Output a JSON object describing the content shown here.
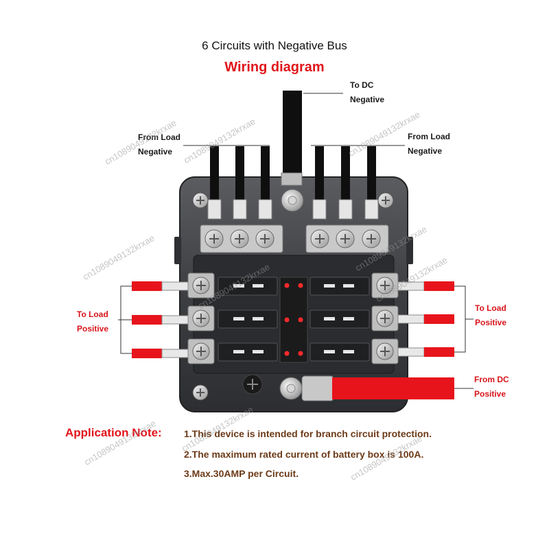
{
  "title": "6 Circuits with Negative Bus",
  "subtitle": "Wiring diagram",
  "labels": {
    "to_dc_negative": [
      "To DC",
      "Negative"
    ],
    "from_load_negative_left": [
      "From Load",
      "Negative"
    ],
    "from_load_negative_right": [
      "From Load",
      "Negative"
    ],
    "to_load_positive_left": [
      "To Load",
      "Positive"
    ],
    "to_load_positive_right": [
      "To Load",
      "Positive"
    ],
    "from_dc_positive": [
      "From DC",
      "Positive"
    ]
  },
  "application_note": {
    "heading": "Application Note:",
    "items": [
      "1.This device is intended for branch circuit protection.",
      "2.The maximum rated current of battery box is 100A.",
      "3.Max.30AMP per Circuit."
    ]
  },
  "watermark": "cn1089049132krxae",
  "colors": {
    "accent_red": "#e0151b",
    "wire_red": "#e8141c",
    "wire_black": "#111111",
    "box_dark": "#3b3d41",
    "note_brown": "#6b3a18"
  }
}
